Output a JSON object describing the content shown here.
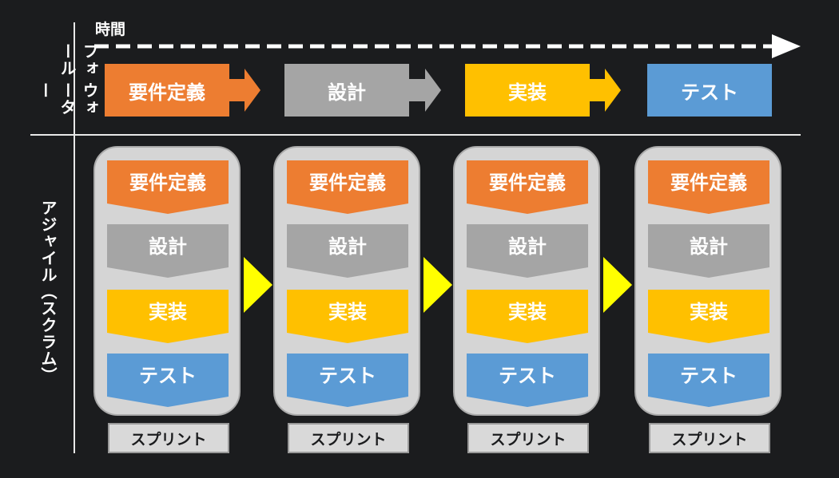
{
  "axis": {
    "time_label": "時間"
  },
  "rows": {
    "waterfall": "ウォーター\nフォール",
    "waterfall_line1": "ウォーター",
    "waterfall_line2": "フォール",
    "agile": "アジャイル（スクラム）"
  },
  "phases": [
    "要件定義",
    "設計",
    "実装",
    "テスト"
  ],
  "waterfall": [
    {
      "label": "要件定義",
      "color": "#ed7d31"
    },
    {
      "label": "設計",
      "color": "#a5a5a5"
    },
    {
      "label": "実装",
      "color": "#ffc000"
    },
    {
      "label": "テスト",
      "color": "#5b9bd5"
    }
  ],
  "sprints": [
    {
      "label": "スプリント",
      "steps": [
        "要件定義",
        "設計",
        "実装",
        "テスト"
      ]
    },
    {
      "label": "スプリント",
      "steps": [
        "要件定義",
        "設計",
        "実装",
        "テスト"
      ]
    },
    {
      "label": "スプリント",
      "steps": [
        "要件定義",
        "設計",
        "実装",
        "テスト"
      ]
    },
    {
      "label": "スプリント",
      "steps": [
        "要件定義",
        "設計",
        "実装",
        "テスト"
      ]
    }
  ],
  "colors": {
    "requirements": "#ed7d31",
    "design": "#a5a5a5",
    "implementation": "#ffc000",
    "test": "#5b9bd5",
    "transition": "#ffff00"
  }
}
